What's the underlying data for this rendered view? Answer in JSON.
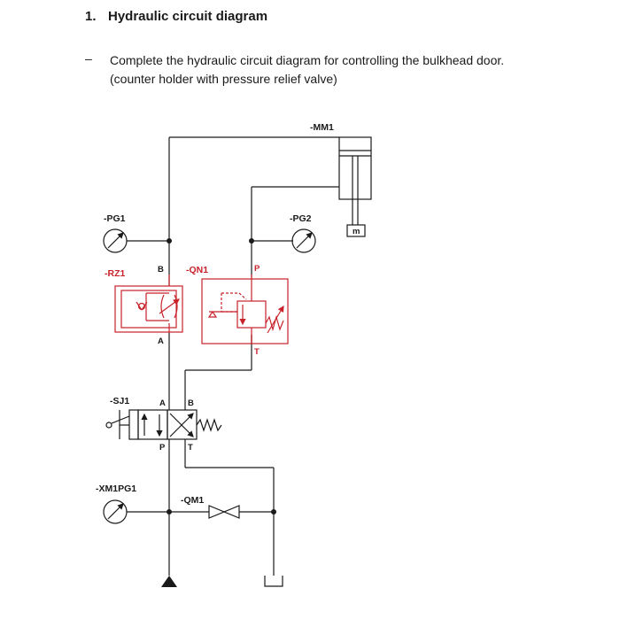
{
  "heading": {
    "number": "1.",
    "title": "Hydraulic circuit diagram"
  },
  "task": {
    "dash": "–",
    "line1": "Complete the hydraulic circuit diagram for controlling the bulkhead door.",
    "line2": "(counter holder with pressure relief valve)"
  },
  "diagram": {
    "labels": {
      "cylinder": "-MM1",
      "gauge1": "-PG1",
      "gauge2": "-PG2",
      "check_throttle": "-RZ1",
      "relief_valve": "-QN1",
      "directional_valve": "-SJ1",
      "supply_gauge": "-XM1PG1",
      "shutoff_valve": "-QM1",
      "mass": "m"
    },
    "ports": {
      "rz1_top": "B",
      "rz1_bottom": "A",
      "qn1_top": "P",
      "qn1_bottom": "T",
      "sj1_a": "A",
      "sj1_b": "B",
      "sj1_p": "P",
      "sj1_t": "T"
    },
    "colors": {
      "line": "#1a1a1a",
      "accent": "#c8222a"
    }
  }
}
